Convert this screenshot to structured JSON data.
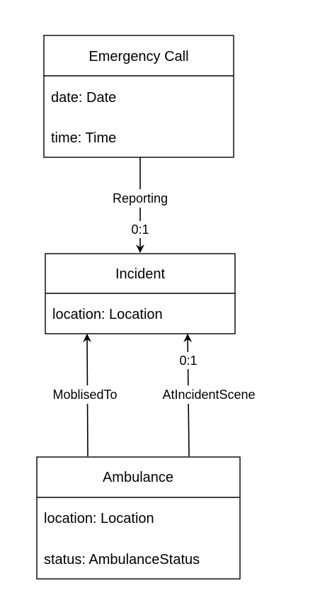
{
  "classes": {
    "emergency_call": {
      "name": "Emergency Call",
      "attributes": [
        "date: Date",
        "time: Time"
      ]
    },
    "incident": {
      "name": "Incident",
      "attributes": [
        "location: Location"
      ]
    },
    "ambulance": {
      "name": "Ambulance",
      "attributes": [
        "location: Location",
        "status: AmbulanceStatus"
      ]
    }
  },
  "associations": {
    "reporting": {
      "label": "Reporting",
      "multiplicity": "0:1"
    },
    "mobilised_to": {
      "label": "MoblisedTo"
    },
    "at_incident_scene": {
      "label": "AtIncidentScene",
      "multiplicity": "0:1"
    }
  },
  "colors": {
    "stroke": "#000000",
    "background": "#ffffff",
    "text": "#000000"
  }
}
